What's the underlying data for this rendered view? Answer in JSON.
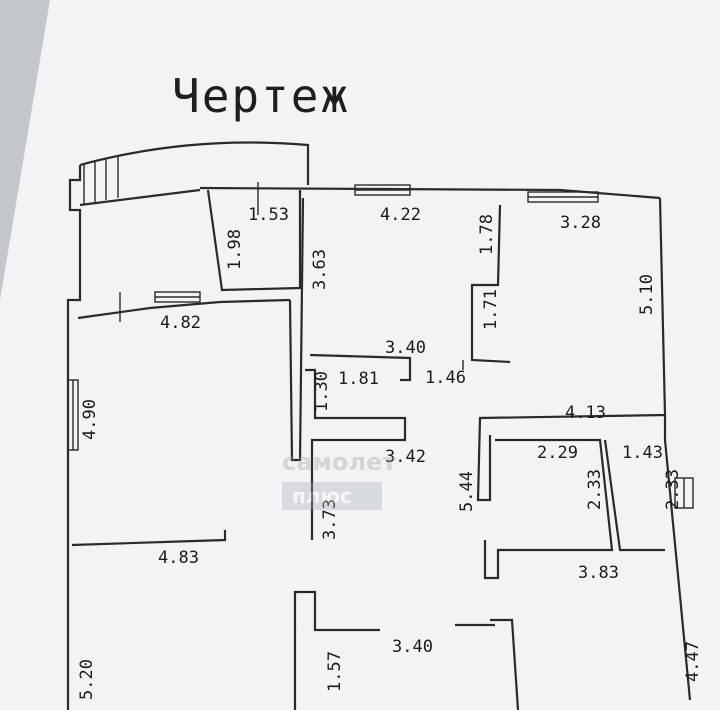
{
  "title": "Чертеж",
  "watermark": {
    "line1": "самолет",
    "line2": "плюс"
  },
  "dimensions": [
    "1.53",
    "1.98",
    "4.22",
    "1.78",
    "3.28",
    "3.63",
    "1.71",
    "5.10",
    "4.82",
    "3.40",
    "1.30",
    "1.81",
    "1.46",
    "4.90",
    "4.13",
    "3.42",
    "2.29",
    "1.43",
    "2.33",
    "2.33",
    "5.44",
    "3.73",
    "4.83",
    "3.83",
    "1.57",
    "3.40",
    "4.47",
    "5.20"
  ],
  "colors": {
    "paper": "#f4f4f6",
    "ink": "#2a2a2e",
    "background": "#c6c9ce"
  }
}
